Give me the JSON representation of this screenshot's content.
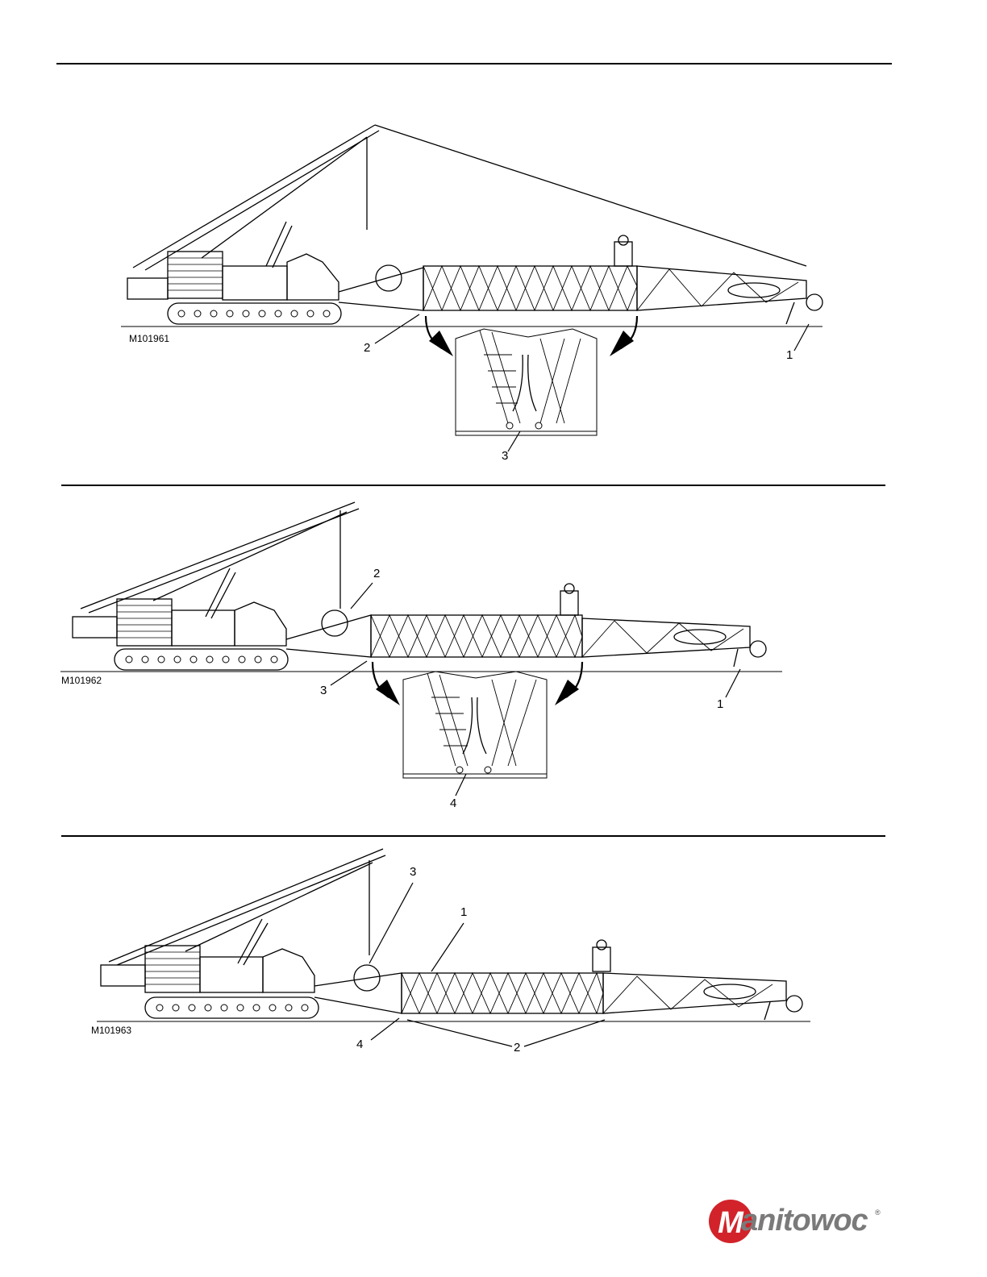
{
  "figures": [
    {
      "id_label": "M101961",
      "callouts": [
        "2",
        "1",
        "3"
      ]
    },
    {
      "id_label": "M101962",
      "callouts": [
        "2",
        "3",
        "1",
        "4"
      ]
    },
    {
      "id_label": "M101963",
      "callouts": [
        "3",
        "1",
        "4",
        "2"
      ]
    }
  ],
  "brand": {
    "logo_text": "anitowoc",
    "logo_initial": "M",
    "registered_mark": "®",
    "colors": {
      "logo_red": "#d2232a",
      "logo_gray": "#7a7a7a"
    }
  }
}
